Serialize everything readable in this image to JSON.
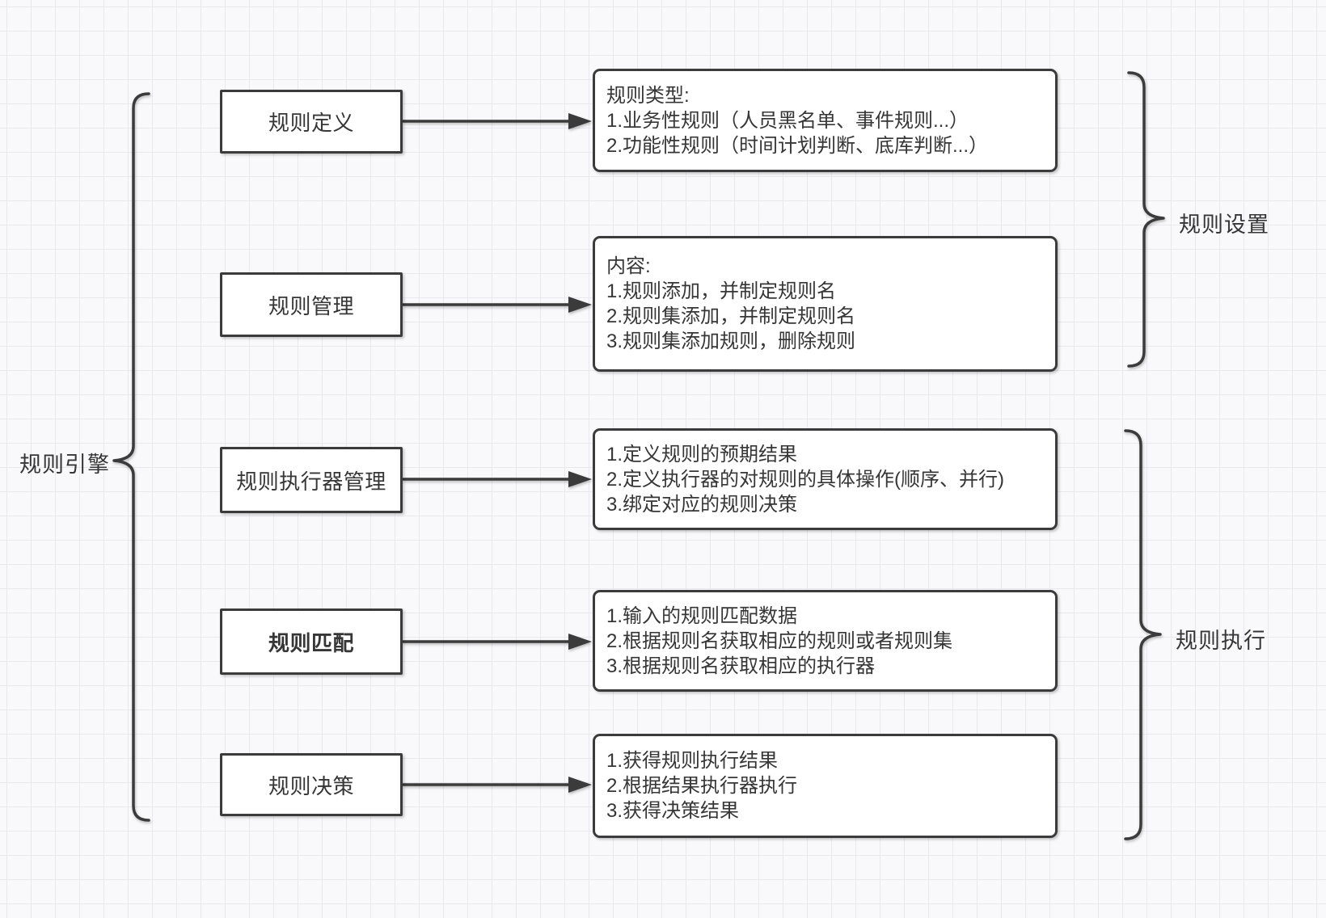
{
  "canvas": {
    "background": "#f9f9fb",
    "grid_color": "#e8e9ee",
    "stroke_color": "#3b3b3b",
    "text_color": "#363636"
  },
  "root": {
    "label": "规则引擎"
  },
  "right_groups": [
    {
      "label": "规则设置",
      "covers_rows": [
        0,
        1
      ]
    },
    {
      "label": "规则执行",
      "covers_rows": [
        2,
        3,
        4
      ]
    }
  ],
  "rows": [
    {
      "box": "规则定义",
      "lines": [
        "规则类型:",
        "1.业务性规则（人员黑名单、事件规则...）",
        "2.功能性规则（时间计划判断、底库判断...）"
      ]
    },
    {
      "box": "规则管理",
      "lines": [
        "内容:",
        "1.规则添加，并制定规则名",
        "2.规则集添加，并制定规则名",
        "3.规则集添加规则，删除规则"
      ]
    },
    {
      "box": "规则执行器管理",
      "lines": [
        "1.定义规则的预期结果",
        "2.定义执行器的对规则的具体操作(顺序、并行)",
        "3.绑定对应的规则决策"
      ]
    },
    {
      "box": "规则匹配",
      "lines": [
        "1.输入的规则匹配数据",
        "2.根据规则名获取相应的规则或者规则集",
        "3.根据规则名获取相应的执行器"
      ]
    },
    {
      "box": "规则决策",
      "lines": [
        "1.获得规则执行结果",
        "2.根据结果执行器执行",
        "3.获得决策结果"
      ]
    }
  ]
}
